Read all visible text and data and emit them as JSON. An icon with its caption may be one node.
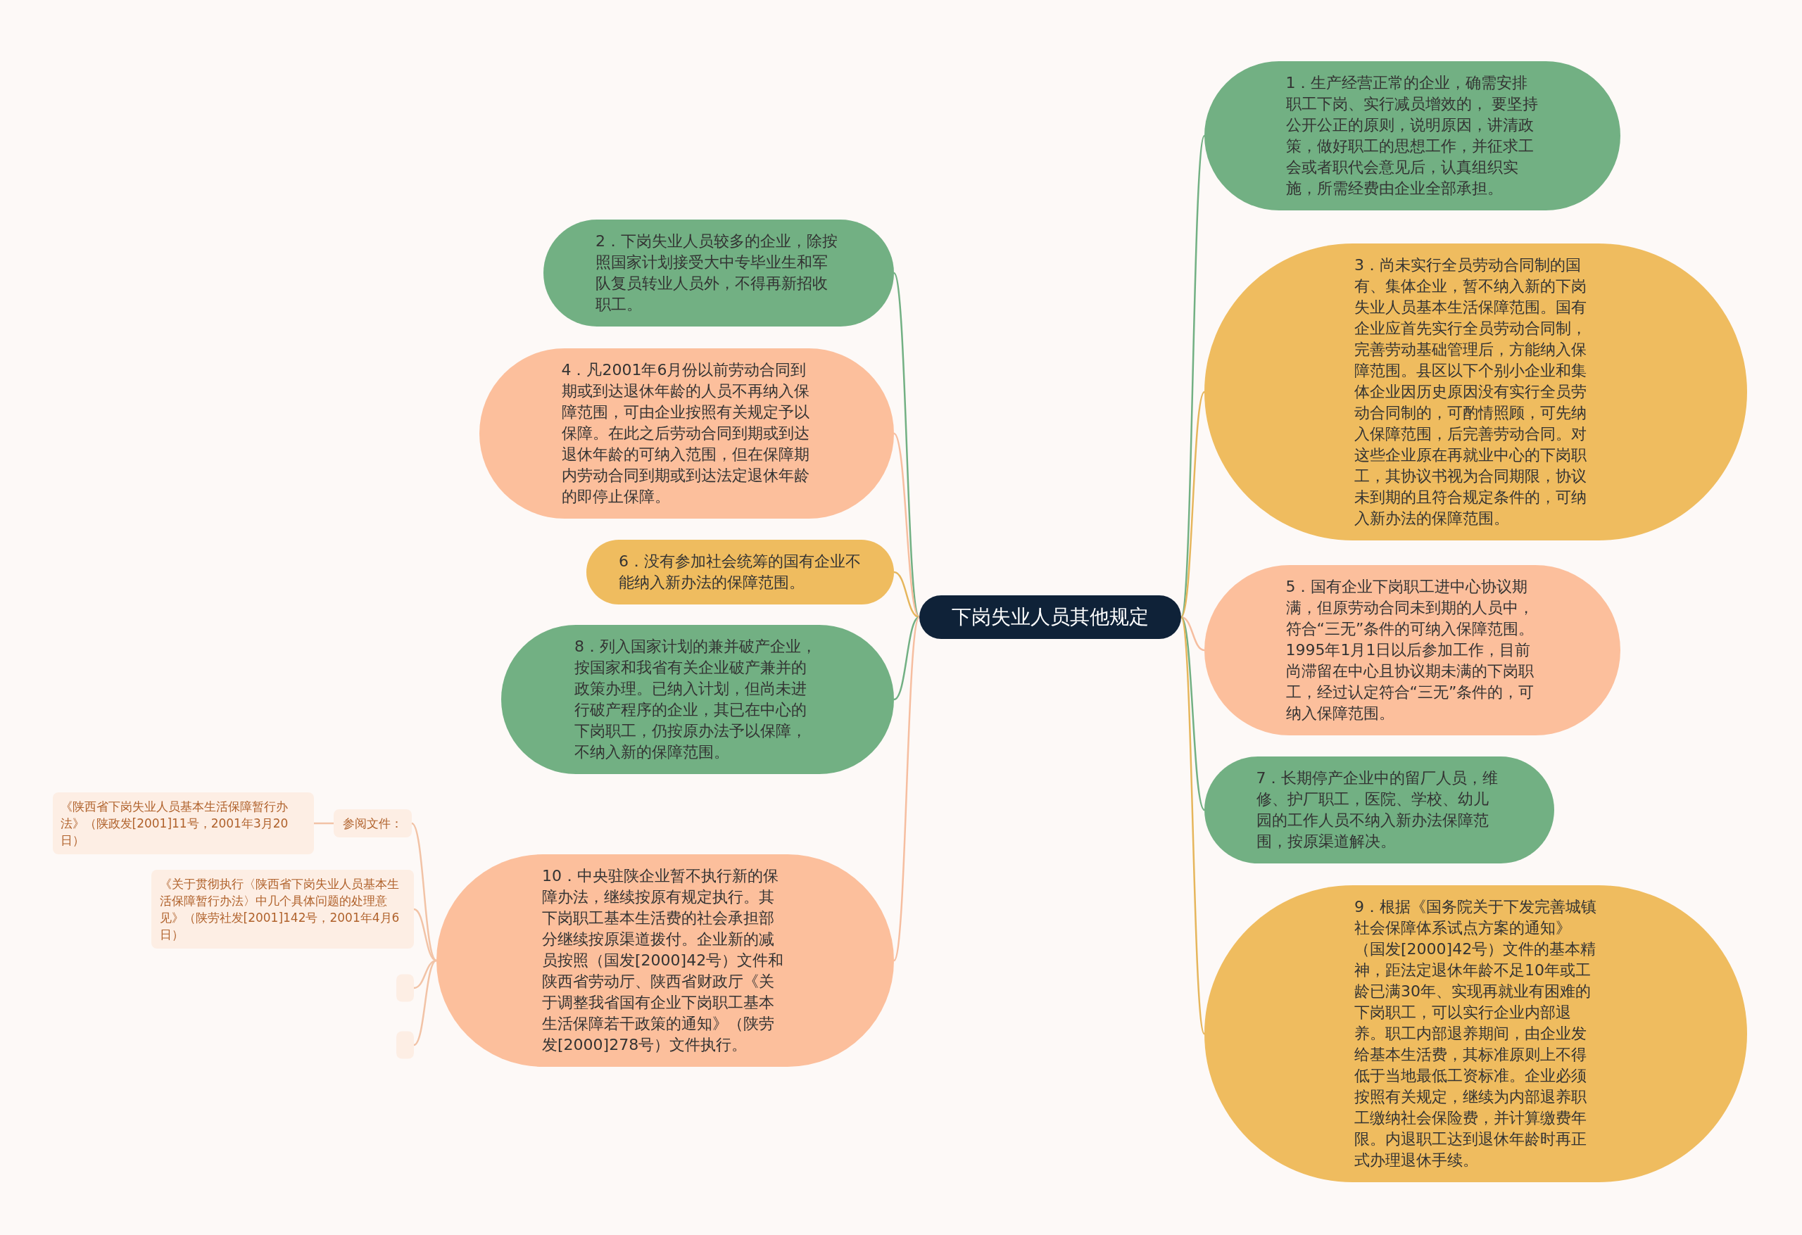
{
  "diagram": {
    "nodes": [
      {
        "text": [
          "下岗失业人员其他规定"
        ]
      },
      {
        "text": [
          "1．生产经营正常的企业，确需安排职工下岗、实行减员增效的， 要坚持公开公正的原则，说明原因，讲清政策，做好职工的思想工作，并征求工会或者职代会意见后，认真组织实施，所需经费由企业全部承担。"
        ]
      },
      {
        "text": [
          "2．下岗失业人员较多的企业，除按照国家计划接受大中专毕业生和军队复员转业人员外，不得再新招收职工。"
        ]
      },
      {
        "text": [
          "3．尚未实行全员劳动合同制的国有、集体企业，暂不纳入新的下岗失业人员基本生活保障范围。国有企业应首先实行全员劳动合同制，完善劳动基础管理后，方能纳入保障范围。县区以下个别小企业和集体企业因历史原因没有实行全员劳动合同制的，可酌情照顾，可先纳入保障范围，后完善劳动合同。对这些企业原在再就业中心的下岗职工，其协议书视为合同期限，协议未到期的且符合规定条件的，可纳入新办法的保障范围。"
        ]
      },
      {
        "text": [
          "4．凡2001年6月份以前劳动合同到期或到达退休年龄的人员不再纳入保障范围，可由企业按照有关规定予以保障。在此之后劳动合同到期或到达退休年龄的可纳入范围，但在保障期内劳动合同到期或到达法定退休年龄的即停止保障。"
        ]
      },
      {
        "text": [
          "5．国有企业下岗职工进中心协议期满，但原劳动合同未到期的人员中，符合“三无”条件的可纳入保障范围。1995年1月1日以后参加工作，目前尚滞留在中心且协议期未满的下岗职工，经过认定符合“三无”条件的，可纳入保障范围。"
        ]
      },
      {
        "text": [
          "6．没有参加社会统筹的国有企业不能纳入新办法的保障范围。"
        ]
      },
      {
        "text": [
          "7．长期停产企业中的留厂人员，维修、护厂职工，医院、学校、幼儿园的工作人员不纳入新办法保障范围，按原渠道解决。"
        ]
      },
      {
        "text": [
          "8．列入国家计划的兼并破产企业，按国家和我省有关企业破产兼并的政策办理。已纳入计划，但尚未进行破产程序的企业，其已在中心的下岗职工，仍按原办法予以保障，不纳入新的保障范围。"
        ]
      },
      {
        "text": [
          "9．根据《国务院关于下发完善城镇社会保障体系试点方案的通知》（国发[2000]42号）文件的基本精神，距法定退休年龄不足10年或工龄已满30年、实现再就业有困难的下岗职工，可以实行企业内部退养。职工内部退养期间，由企业发给基本生活费，其标准原则上不得低于当地最低工资标准。企业必须按照有关规定，继续为内部退养职工缴纳社会保险费，并计算缴费年限。内退职工达到退休年龄时再正式办理退休手续。"
        ]
      },
      {
        "text": [
          "10．中央驻陕企业暂不执行新的保障办法，继续按原有规定执行。其下岗职工基本生活费的社会承担部分继续按原渠道拨付。企业新的减员按照（国发[2000]42号）文件和陕西省劳动厅、陕西省财政厅《关于调整我省国有企业下岗职工基本生活保障若干政策的通知》（陕劳发[2000]278号）文件执行。"
        ]
      },
      {
        "text": [
          "参阅文件："
        ]
      },
      {
        "text": [
          "《陕西省下岗失业人员基本生活保障暂行办法》（陕政发[2001]11号，2001年3月20日）"
        ]
      },
      {
        "text": [
          "《关于贯彻执行〈陕西省下岗失业人员基本生活保障暂行办法〉中几个具体问题的处理意见》（陕劳社发[2001]142号，2001年4月6日）"
        ]
      },
      {
        "text": [],
        "shape": "box"
      },
      {
        "text": [],
        "shape": "box"
      }
    ],
    "edges": [
      {
        "from": 0,
        "to": 1,
        "arrow": "none",
        "color": "#72b083"
      },
      {
        "from": 0,
        "to": 2,
        "arrow": "none",
        "color": "#72b083"
      },
      {
        "from": 0,
        "to": 3,
        "arrow": "none",
        "color": "#e6b65c"
      },
      {
        "from": 0,
        "to": 4,
        "arrow": "none",
        "color": "#f6bea0"
      },
      {
        "from": 0,
        "to": 5,
        "arrow": "none",
        "color": "#f6bea0"
      },
      {
        "from": 0,
        "to": 6,
        "arrow": "none",
        "color": "#e6b65c"
      },
      {
        "from": 0,
        "to": 7,
        "arrow": "none",
        "color": "#72b083"
      },
      {
        "from": 0,
        "to": 8,
        "arrow": "none",
        "color": "#72b083"
      },
      {
        "from": 0,
        "to": 9,
        "arrow": "none",
        "color": "#e6b65c"
      },
      {
        "from": 0,
        "to": 10,
        "arrow": "none",
        "color": "#f6bea0"
      },
      {
        "from": 10,
        "to": 11,
        "arrow": "none",
        "color": "#f2c3a6"
      },
      {
        "from": 11,
        "to": 12,
        "arrow": "none",
        "color": "#f2c3a6"
      },
      {
        "from": 10,
        "to": 13,
        "arrow": "none",
        "color": "#f2c3a6"
      },
      {
        "from": 10,
        "to": 14,
        "arrow": "none",
        "color": "#f2c3a6"
      },
      {
        "from": 10,
        "to": 15,
        "arrow": "none",
        "color": "#f2c3a6"
      }
    ]
  }
}
